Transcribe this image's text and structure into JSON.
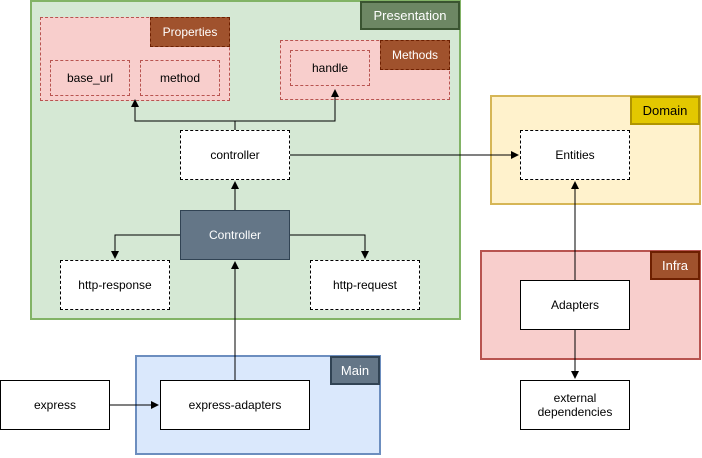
{
  "regions": {
    "presentation": {
      "label": "Presentation",
      "fill": "#d5e8d4",
      "stroke": "#82b366",
      "tag_fill": "#6d8764",
      "tag_stroke": "#3a5431",
      "tag_text": "#ffffff"
    },
    "domain": {
      "label": "Domain",
      "fill": "#fff2cc",
      "stroke": "#d6b656",
      "tag_fill": "#e3c800",
      "tag_stroke": "#b09500",
      "tag_text": "#000000"
    },
    "infra": {
      "label": "Infra",
      "fill": "#f8cecc",
      "stroke": "#b85450",
      "tag_fill": "#a0522d",
      "tag_stroke": "#6d1f00",
      "tag_text": "#ffffff"
    },
    "main": {
      "label": "Main",
      "fill": "#dae8fc",
      "stroke": "#6c8ebf",
      "tag_fill": "#647687",
      "tag_stroke": "#314354",
      "tag_text": "#ffffff"
    }
  },
  "groups": {
    "properties": {
      "label": "Properties",
      "fill": "#f8cecc",
      "tag_fill": "#a0522d"
    },
    "methods": {
      "label": "Methods",
      "fill": "#f8cecc",
      "tag_fill": "#a0522d"
    }
  },
  "nodes": {
    "base_url": "base_url",
    "method": "method",
    "handle": "handle",
    "controller_instance": "controller",
    "controller_class": "Controller",
    "http_response": "http-response",
    "http_request": "http-request",
    "entities": "Entities",
    "adapters": "Adapters",
    "external_dependencies": "external dependencies",
    "express": "express",
    "express_adapters": "express-adapters"
  },
  "colors": {
    "controller_class_fill": "#647687",
    "controller_class_text": "#ffffff",
    "edge": "#000000"
  }
}
